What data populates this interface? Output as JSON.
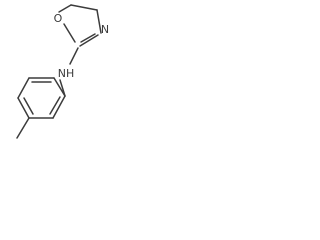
{
  "molecule": {
    "name_hint": "",
    "atoms": {
      "oxygen": "O",
      "ring_nitrogen": "N",
      "amine": "NH"
    },
    "colors": {
      "bond": "#3c3c3c",
      "label": "#3c3c3c",
      "background": "#ffffff"
    }
  }
}
